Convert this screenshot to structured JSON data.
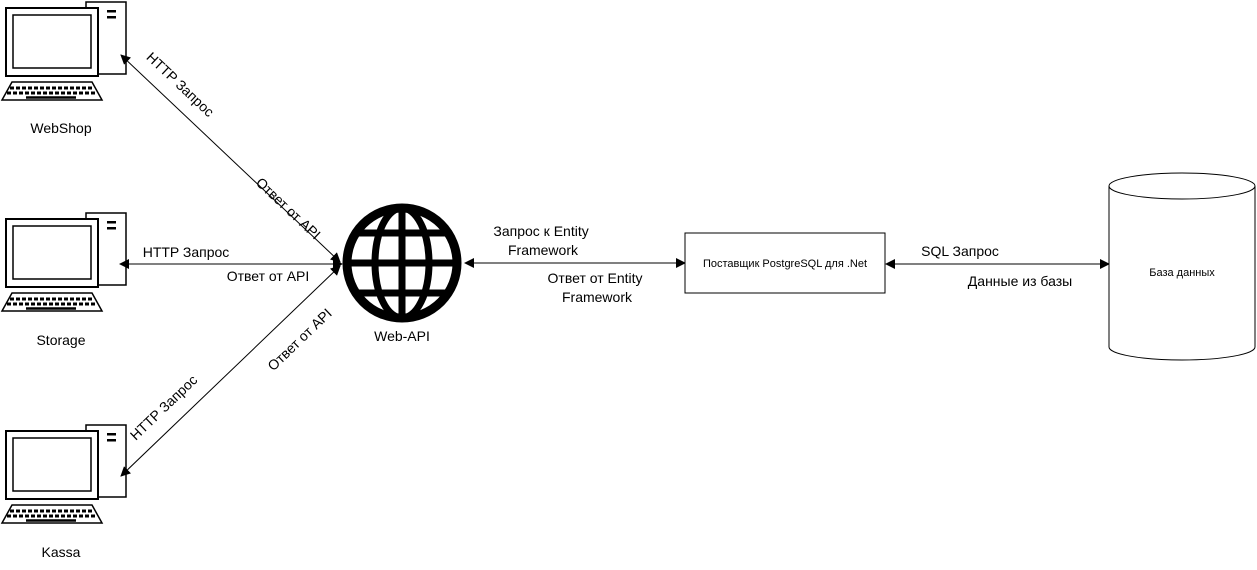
{
  "nodes": {
    "webshop": {
      "label": "WebShop",
      "icon": "desktop-computer-icon"
    },
    "storage": {
      "label": "Storage",
      "icon": "desktop-computer-icon"
    },
    "kassa": {
      "label": "Kassa",
      "icon": "desktop-computer-icon"
    },
    "webapi": {
      "label": "Web-API",
      "icon": "globe-icon"
    },
    "provider": {
      "label": "Поставщик PostgreSQL для .Net"
    },
    "database": {
      "label": "База данных",
      "icon": "database-cylinder-icon"
    }
  },
  "edges": {
    "webshop": {
      "request": "HTTP Запрос",
      "response": "Ответ от API"
    },
    "storage": {
      "request": "HTTP Запрос",
      "response": "Ответ от API"
    },
    "kassa": {
      "request": "HTTP Запрос",
      "response": "Ответ от API"
    },
    "ef": {
      "request_line1": "Запрос к Entity",
      "request_line2": "Framework",
      "response_line1": "Ответ от Entity",
      "response_line2": "Framework"
    },
    "sql": {
      "request": "SQL Запрос",
      "response": "Данные из базы"
    }
  },
  "colors": {
    "stroke": "#000000",
    "background": "#ffffff"
  }
}
